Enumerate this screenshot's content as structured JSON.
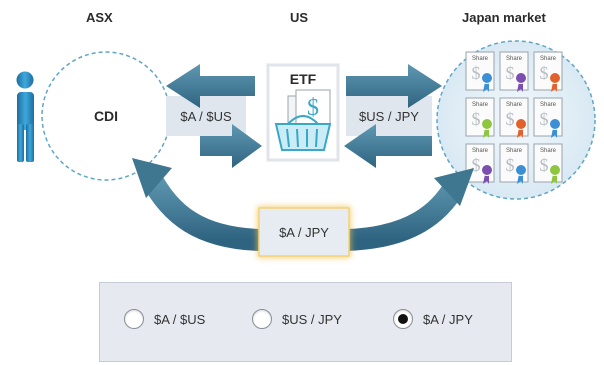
{
  "headers": {
    "left": "ASX",
    "center": "US",
    "right": "Japan market"
  },
  "nodes": {
    "cdi": "CDI",
    "etf": "ETF",
    "share_label": "Share"
  },
  "exchange_boxes": {
    "left": "$A / $US",
    "right": "$US / JPY",
    "bottom": "$A / JPY"
  },
  "radio_options": [
    {
      "label": "$A / $US",
      "selected": false
    },
    {
      "label": "$US / JPY",
      "selected": false
    },
    {
      "label": "$A / JPY",
      "selected": true
    }
  ],
  "colors": {
    "arrow": "#3f7690",
    "person": "#2b8fc4",
    "dashed_circle": "#5fa6c4",
    "basket": "#3aa7c9",
    "highlight_glow": "#f4c24a",
    "ribbon_colors": [
      "#3b8fd4",
      "#7a4fb0",
      "#e2622d",
      "#8dc63f"
    ]
  }
}
